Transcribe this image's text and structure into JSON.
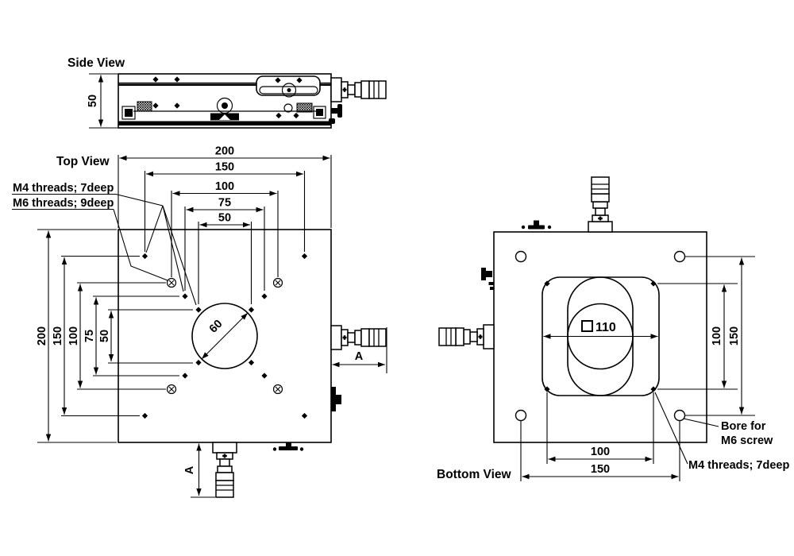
{
  "drawing": {
    "background": "#ffffff",
    "line_color": "#000000",
    "side_view": {
      "label": "Side View",
      "height_dim": "50"
    },
    "top_view": {
      "label": "Top View",
      "dims_top": [
        "200",
        "150",
        "100",
        "75",
        "50"
      ],
      "dims_left": [
        "200",
        "150",
        "100",
        "75",
        "50"
      ],
      "circle_diameter": "60",
      "note_m4": "M4 threads; 7deep",
      "note_m6": "M6 threads; 9deep",
      "travel_right": "A",
      "travel_bottom": "A"
    },
    "bottom_view": {
      "label": "Bottom View",
      "dims_right": [
        "100",
        "150"
      ],
      "dims_bottom": [
        "100",
        "150"
      ],
      "aperture_size": "110",
      "note_bore_line1": "Bore for",
      "note_bore_line2": "M6 screw",
      "note_m4": "M4 threads; 7deep"
    }
  }
}
